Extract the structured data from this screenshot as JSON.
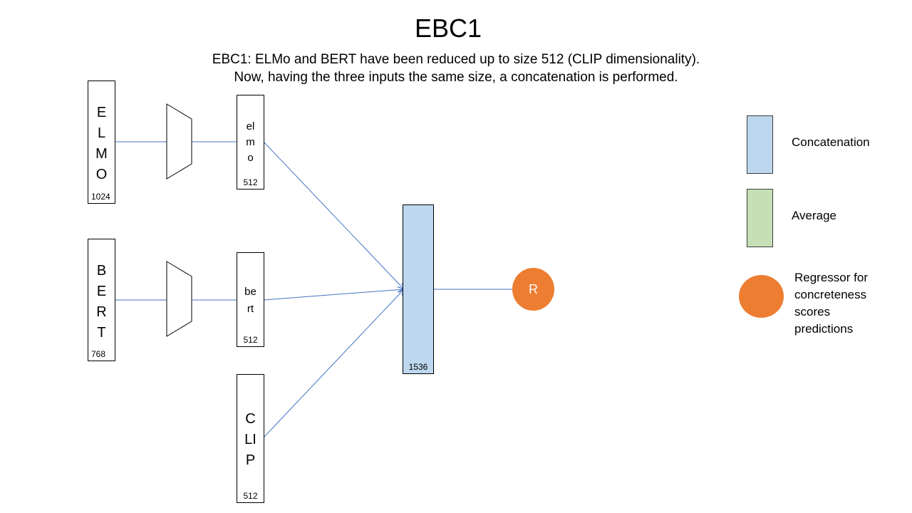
{
  "title": "EBC1",
  "subtitle": {
    "line1": "EBC1: ELMo and BERT have been reduced up to size 512 (CLIP dimensionality).",
    "line2": "Now, having the three inputs the same size, a concatenation is performed."
  },
  "inputs": {
    "elmo": {
      "label": "E\nL\nM\nO",
      "size": "1024"
    },
    "bert": {
      "label": "B\nE\nR\nT",
      "size": "768"
    }
  },
  "reduced": {
    "elmo": {
      "label": "el\nm\no",
      "size": "512"
    },
    "bert": {
      "label": "be\nrt",
      "size": "512"
    },
    "clip": {
      "label": "C\nLI\nP",
      "size": "512"
    }
  },
  "concat": {
    "size": "1536"
  },
  "regressor": {
    "label": "R"
  },
  "legend": {
    "concatenation": "Concatenation",
    "average": "Average",
    "regressor": "Regressor for\nconcreteness\nscores\npredictions"
  },
  "colors": {
    "concatenation": "#bdd7ee",
    "average": "#c5e0b4",
    "regressor": "#ed7d31",
    "arrow": "#4472c4"
  }
}
